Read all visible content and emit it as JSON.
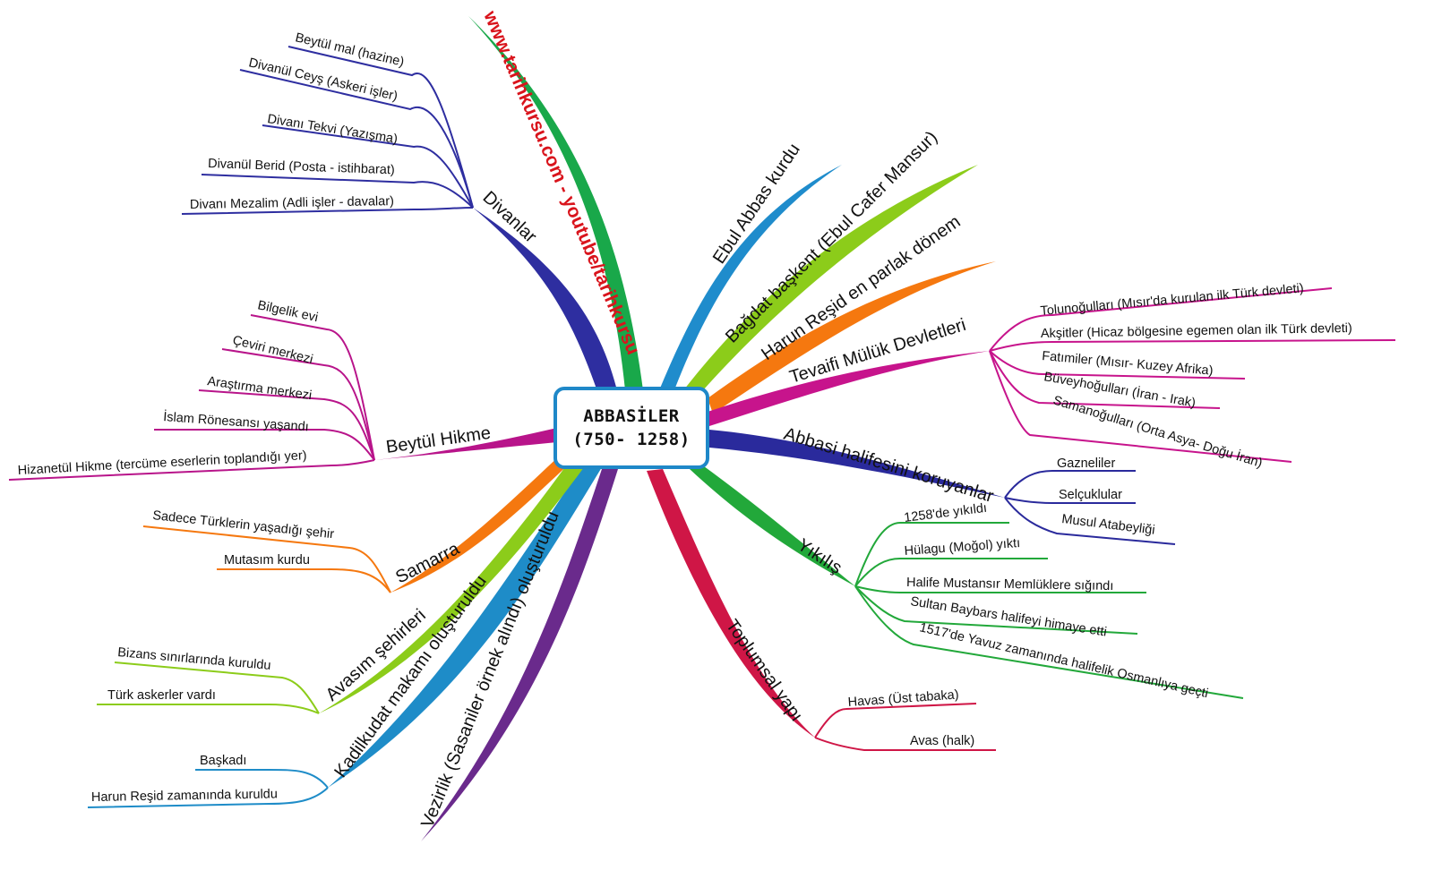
{
  "center": {
    "line1": "ABBASİLER",
    "line2": "(750- 1258)"
  },
  "website": "www.tarihkursu.com - youtube/tarihkursu",
  "colors": {
    "divanlar": "#2e2ea0",
    "website": "#19a84a",
    "ebul": "#1f8ccc",
    "bagdat": "#8ccc1a",
    "harun": "#f5780f",
    "tevaifi": "#c7148c",
    "koruyan": "#2a2a9c",
    "yikilis": "#22a83a",
    "toplumsal": "#cf1646",
    "vezirlik": "#6a2a8c",
    "kadilkudat": "#1e8cc8",
    "avasim": "#8ccc1a",
    "samarra": "#f5780f",
    "beytul": "#b8148a",
    "site_text": "#d9141c",
    "center_border": "#1f88c8"
  },
  "branches": {
    "divanlar": {
      "label": "Divanlar",
      "items": [
        "Beytül mal (hazine)",
        "Divanül Ceyş (Askeri işler)",
        "Divanı Tekvi (Yazışma)",
        "Divanül Berid (Posta - istihbarat)",
        "Divanı Mezalim (Adli işler - davalar)"
      ]
    },
    "ebul": {
      "label": "Ebul Abbas kurdu"
    },
    "bagdat": {
      "label": "Bağdat başkent (Ebul Cafer Mansur)"
    },
    "harun": {
      "label": "Harun Reşid en parlak dönem"
    },
    "tevaifi": {
      "label": "Tevaifi Mülük Devletleri",
      "items": [
        "Tolunoğulları (Mısır'da kurulan ilk Türk devleti)",
        "Akşitler (Hicaz bölgesine egemen olan ilk Türk devleti)",
        "Fatımiler (Mısır- Kuzey Afrika)",
        "Büveyhoğulları (İran - Irak)",
        "Samanoğulları (Orta Asya- Doğu İran)"
      ]
    },
    "koruyan": {
      "label": "Abbasi halifesini koruyanlar",
      "items": [
        "Gazneliler",
        "Selçuklular",
        "Musul Atabeyliği"
      ]
    },
    "yikilis": {
      "label": "Yıkılış",
      "items": [
        "1258'de yıkıldı",
        "Hülagu (Moğol) yıktı",
        "Halife Mustansır Memlüklere sığındı",
        "Sultan Baybars halifeyi himaye etti",
        "1517'de Yavuz zamanında halifelik Osmanlıya geçti"
      ]
    },
    "toplumsal": {
      "label": "Toplumsal yapı",
      "items": [
        "Havas (Üst tabaka)",
        "Avas (halk)"
      ]
    },
    "vezirlik": {
      "label": "Vezirlik (Sasaniler örnek alındı) oluşturuldu"
    },
    "kadilkudat": {
      "label": "Kadilkudat makamı oluşturuldu",
      "items": [
        "Başkadı",
        "Harun Reşid zamanında kuruldu"
      ]
    },
    "avasim": {
      "label": "Avasım şehirleri",
      "items": [
        "Bizans sınırlarında kuruldu",
        "Türk askerler vardı"
      ]
    },
    "samarra": {
      "label": "Samarra",
      "items": [
        "Sadece Türklerin yaşadığı şehir",
        "Mutasım kurdu"
      ]
    },
    "beytul": {
      "label": "Beytül Hikme",
      "items": [
        "Bilgelik evi",
        "Çeviri merkezi",
        "Araştırma merkezi",
        "İslam Rönesansı yaşandı",
        "Hizanetül Hikme (tercüme eserlerin toplandığı yer)"
      ]
    }
  }
}
